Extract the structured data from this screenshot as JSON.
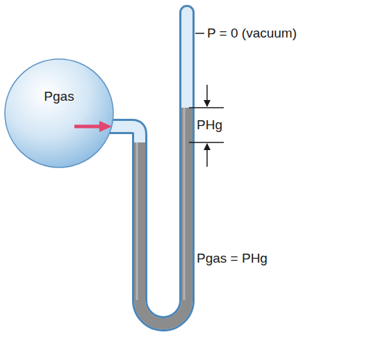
{
  "diagram": {
    "nodes": [
      {
        "text": [
          "Pgas"
        ]
      }
    ],
    "labels": [
      "P = 0 (vacuum)",
      "PHg",
      "Pgas = PHg"
    ]
  }
}
